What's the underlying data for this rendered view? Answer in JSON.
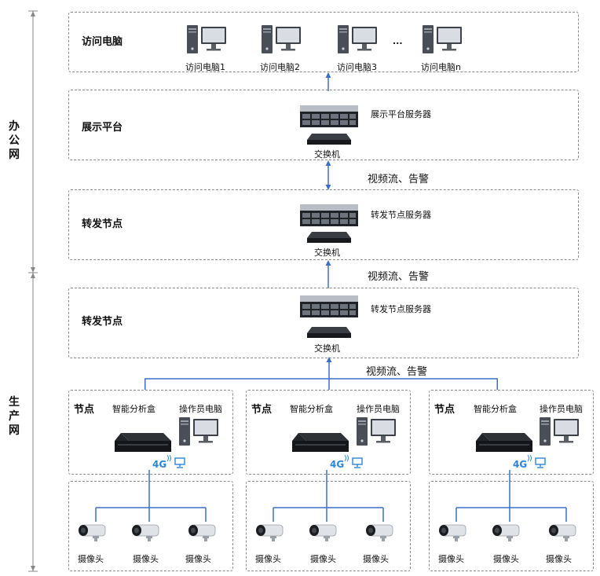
{
  "side": {
    "office": "办公网",
    "production": "生产网"
  },
  "tier_visit": {
    "title": "访问电脑",
    "pcs": [
      "访问电脑1",
      "访问电脑2",
      "访问电脑3",
      "访问电脑n"
    ],
    "ellipsis": "..."
  },
  "tier_display": {
    "title": "展示平台",
    "server": "展示平台服务器",
    "switch": "交换机"
  },
  "tier_forward_office": {
    "title": "转发节点",
    "server": "转发节点服务器",
    "switch": "交换机"
  },
  "tier_forward_prod": {
    "title": "转发节点",
    "server": "转发节点服务器",
    "switch": "交换机"
  },
  "flows": [
    "视频流、告警",
    "视频流、告警",
    "视频流、告警"
  ],
  "nodes": [
    {
      "title": "节点",
      "box": "智能分析盒",
      "pc": "操作员电脑",
      "net": "4G",
      "cams": [
        "摄像头",
        "摄像头",
        "摄像头"
      ]
    },
    {
      "title": "节点",
      "box": "智能分析盒",
      "pc": "操作员电脑",
      "net": "4G",
      "cams": [
        "摄像头",
        "摄像头",
        "摄像头"
      ]
    },
    {
      "title": "节点",
      "box": "智能分析盒",
      "pc": "操作员电脑",
      "net": "4G",
      "cams": [
        "摄像头",
        "摄像头",
        "摄像头"
      ]
    }
  ],
  "colors": {
    "connector": "#3c6fc4",
    "accent_4g": "#2a86d8",
    "border": "#8a8a8a"
  }
}
